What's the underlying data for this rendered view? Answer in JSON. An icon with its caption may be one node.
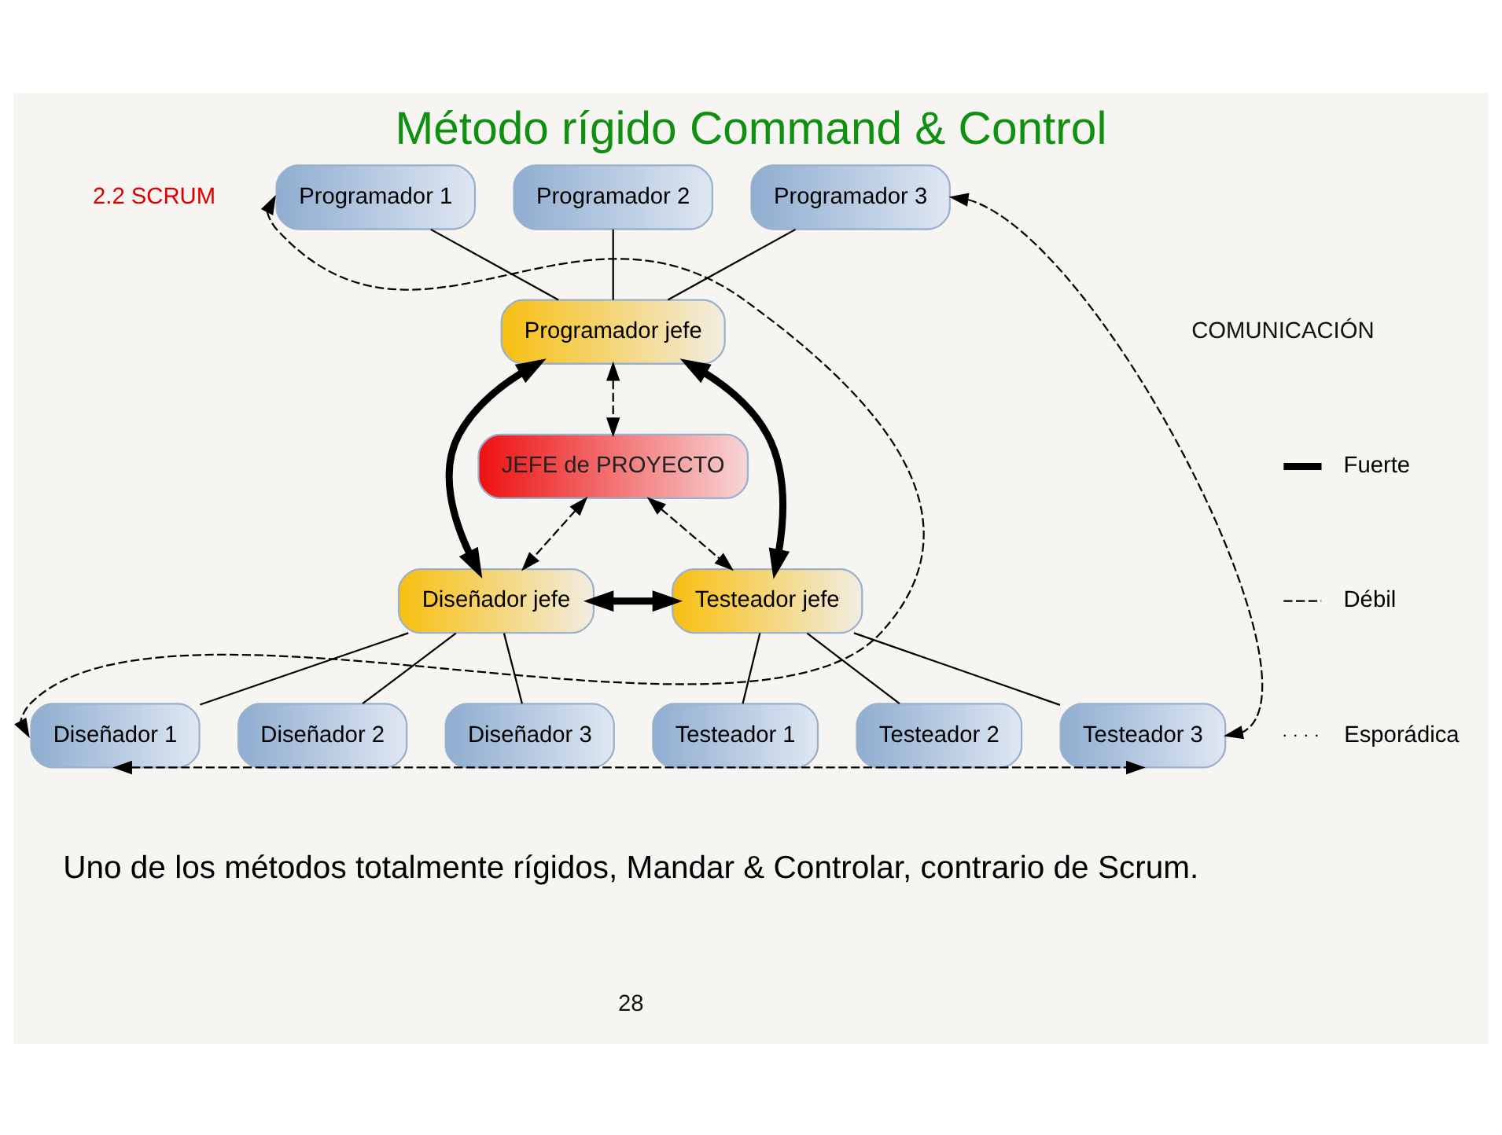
{
  "diagram": {
    "title": "Método rígido Command & Control",
    "caption": "Uno de los métodos totalmente rígidos, Mandar & Controlar, contrario de Scrum.",
    "nodes": [
      {
        "text": [
          "Programador 1"
        ]
      },
      {
        "text": [
          "Programador 2"
        ]
      },
      {
        "text": [
          "Programador 3"
        ]
      },
      {
        "text": [
          "Programador jefe"
        ]
      },
      {
        "text": [
          "JEFE de PROYECTO"
        ]
      },
      {
        "text": [
          "Diseñador jefe"
        ]
      },
      {
        "text": [
          "Testeador jefe"
        ]
      },
      {
        "text": [
          "Diseñador 1"
        ]
      },
      {
        "text": [
          "Diseñador 2"
        ]
      },
      {
        "text": [
          "Diseñador 3"
        ]
      },
      {
        "text": [
          "Testeador 1"
        ]
      },
      {
        "text": [
          "Testeador 2"
        ]
      },
      {
        "text": [
          "Testeador 3"
        ]
      }
    ],
    "edges": [
      {
        "from": 0,
        "to": 3,
        "arrow": "none"
      },
      {
        "from": 1,
        "to": 3,
        "arrow": "none"
      },
      {
        "from": 2,
        "to": 3,
        "arrow": "none"
      },
      {
        "from": 3,
        "to": 4,
        "arrow": "both",
        "style": "dashed"
      },
      {
        "from": 3,
        "to": 5,
        "arrow": "both",
        "style": "thick"
      },
      {
        "from": 3,
        "to": 6,
        "arrow": "both",
        "style": "thick"
      },
      {
        "from": 4,
        "to": 5,
        "arrow": "both",
        "style": "dashed"
      },
      {
        "from": 4,
        "to": 6,
        "arrow": "both",
        "style": "dashed"
      },
      {
        "from": 5,
        "to": 6,
        "arrow": "both",
        "style": "thick"
      },
      {
        "from": 5,
        "to": 7,
        "arrow": "none"
      },
      {
        "from": 5,
        "to": 8,
        "arrow": "none"
      },
      {
        "from": 5,
        "to": 9,
        "arrow": "none"
      },
      {
        "from": 6,
        "to": 10,
        "arrow": "none"
      },
      {
        "from": 6,
        "to": 11,
        "arrow": "none"
      },
      {
        "from": 6,
        "to": 12,
        "arrow": "none"
      },
      {
        "from": 0,
        "to": 7,
        "arrow": "both",
        "style": "dashed"
      },
      {
        "from": 2,
        "to": 12,
        "arrow": "both",
        "style": "dashed"
      },
      {
        "from": 7,
        "to": 12,
        "arrow": "both",
        "style": "dashed"
      }
    ],
    "labels": [
      "2.2 SCRUM",
      "COMUNICACIÓN",
      "28"
    ],
    "legend": [
      {
        "text": "Fuerte"
      },
      {
        "text": "Débil"
      },
      {
        "text": "Esporádica"
      }
    ]
  }
}
